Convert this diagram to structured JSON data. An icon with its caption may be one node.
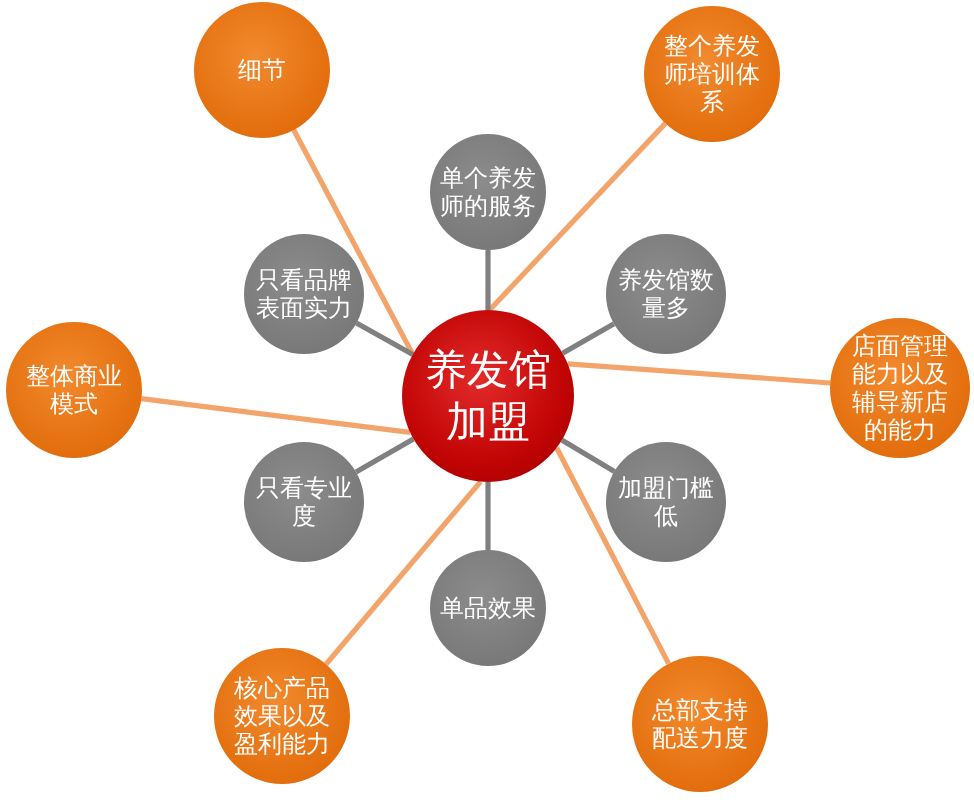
{
  "diagram": {
    "nodes": [
      {
        "text": [
          "养发馆加盟"
        ]
      },
      {
        "text": [
          "细节"
        ]
      },
      {
        "text": [
          "整个养发师培训体系"
        ]
      },
      {
        "text": [
          "单个养发师的服务"
        ]
      },
      {
        "text": [
          "只看品牌表面实力"
        ]
      },
      {
        "text": [
          "养发馆数量多"
        ]
      },
      {
        "text": [
          "整体商业模式"
        ]
      },
      {
        "text": [
          "店面管理能力以及辅导新店的能力"
        ]
      },
      {
        "text": [
          "只看专业度"
        ]
      },
      {
        "text": [
          "加盟门槛低"
        ]
      },
      {
        "text": [
          "单品效果"
        ]
      },
      {
        "text": [
          "核心产品效果以及盈利能力"
        ]
      },
      {
        "text": [
          "总部支持配送力度"
        ]
      }
    ],
    "edges": [
      {
        "from": 0,
        "to": 1,
        "arrow": "none",
        "color": "#f2a46a"
      },
      {
        "from": 0,
        "to": 2,
        "arrow": "none",
        "color": "#f2a46a"
      },
      {
        "from": 0,
        "to": 3,
        "arrow": "none",
        "color": "#808080"
      },
      {
        "from": 0,
        "to": 4,
        "arrow": "none",
        "color": "#808080"
      },
      {
        "from": 0,
        "to": 5,
        "arrow": "none",
        "color": "#808080"
      },
      {
        "from": 0,
        "to": 6,
        "arrow": "none",
        "color": "#f2a46a"
      },
      {
        "from": 0,
        "to": 7,
        "arrow": "none",
        "color": "#f2a46a"
      },
      {
        "from": 0,
        "to": 8,
        "arrow": "none",
        "color": "#808080"
      },
      {
        "from": 0,
        "to": 9,
        "arrow": "none",
        "color": "#808080"
      },
      {
        "from": 0,
        "to": 10,
        "arrow": "none",
        "color": "#808080"
      },
      {
        "from": 0,
        "to": 11,
        "arrow": "none",
        "color": "#f2a46a"
      },
      {
        "from": 0,
        "to": 12,
        "arrow": "none",
        "color": "#f2a46a"
      }
    ]
  }
}
